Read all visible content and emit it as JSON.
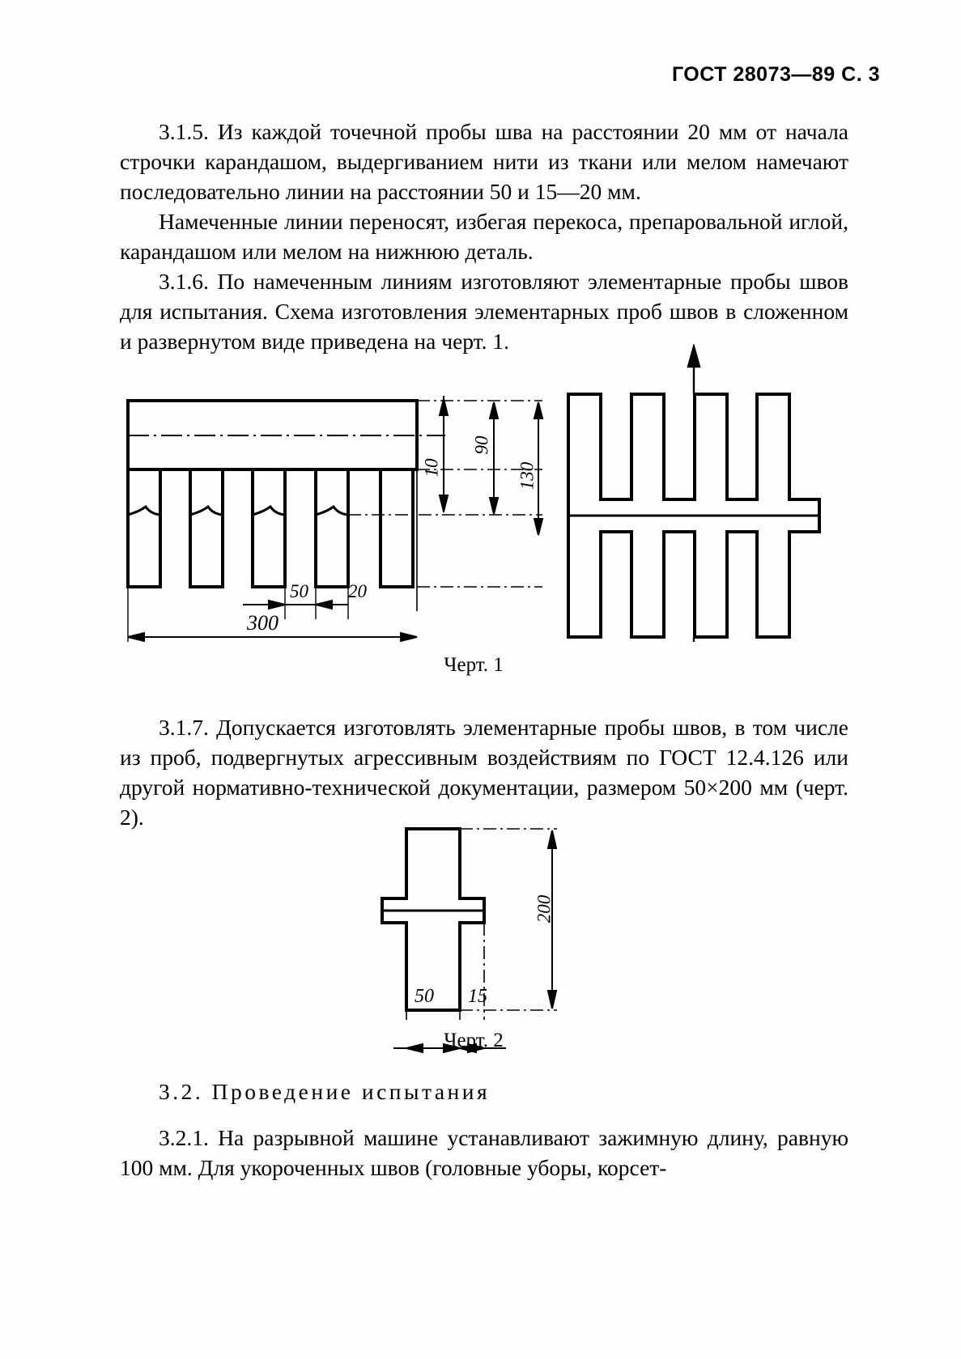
{
  "header": {
    "standard": "ГОСТ 28073—89 С. 3"
  },
  "body": {
    "para_3_1_5": "3.1.5. Из каждой точечной пробы шва на расстоянии 20 мм от начала строчки карандашом, выдергиванием  нити из ткани или мелом намечают последовательно линии на расстоянии 50 и 15—20 мм.",
    "para_marked_lines": "Намеченные линии переносят, избегая перекоса, препаровальной иглой, карандашом или мелом на нижнюю деталь.",
    "para_3_1_6": "3.1.6. По намеченным линиям изготовляют элементарные пробы швов для испытания. Схема изготовления элементарных проб швов в сложенном и развернутом виде приведена на черт. 1.",
    "para_3_1_7": "3.1.7. Допускается изготовлять элементарные  пробы швов, в том числе из проб, подвергнутых агрессивным  воздействиям  по ГОСТ 12.4.126 или другой нормативно-технической документации, размером 50×200 мм (черт. 2).",
    "heading_3_2": "3.2. Проведение испытания",
    "para_3_2_1": "3.2.1. На разрывной машине устанавливают зажимную длину, равную 100 мм. Для укороченных швов (головные уборы, корсет-"
  },
  "figure1": {
    "caption": "Черт. 1",
    "dimensions": {
      "d10": "10",
      "d90": "90",
      "d130": "130",
      "d50": "50",
      "d20": "20",
      "d300": "300"
    }
  },
  "figure2": {
    "caption": "Черт. 2",
    "dimensions": {
      "d200": "200",
      "d50": "50",
      "d15": "15"
    }
  }
}
